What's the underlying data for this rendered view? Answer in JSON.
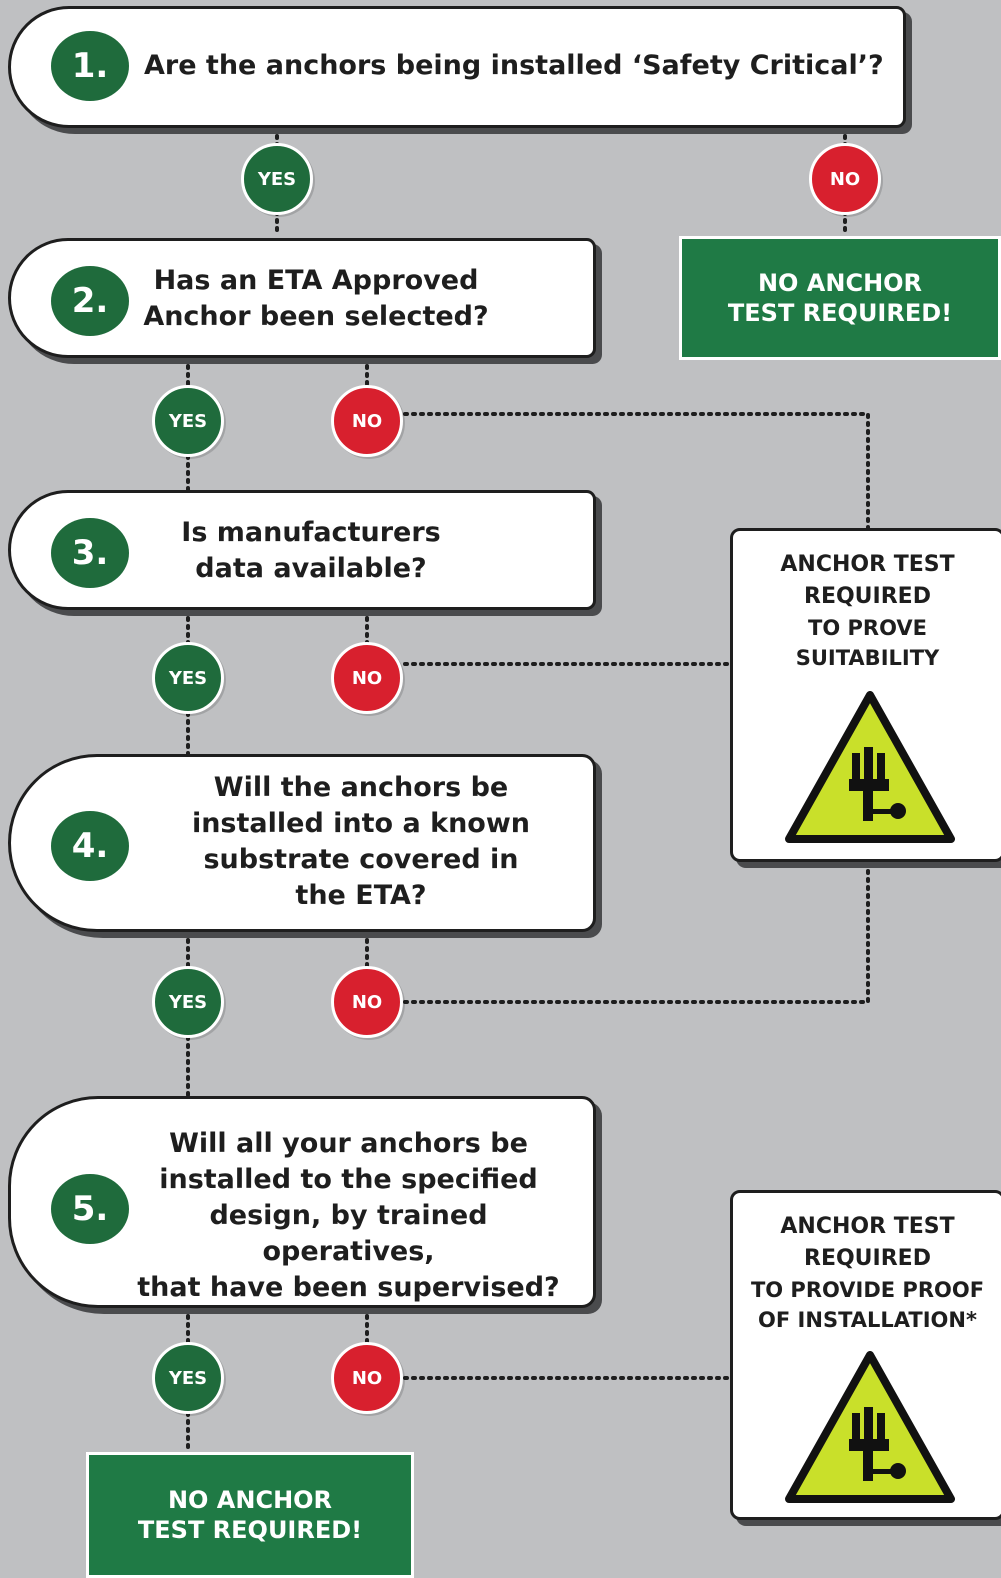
{
  "questions": [
    {
      "number": "1.",
      "text": "Are the anchors being installed ‘Safety Critical’?"
    },
    {
      "number": "2.",
      "text": "Has an ETA Approved\nAnchor been selected?"
    },
    {
      "number": "3.",
      "text": "Is manufacturers\ndata available?"
    },
    {
      "number": "4.",
      "text": "Will the anchors be\ninstalled into a known\nsubstrate covered in\nthe ETA?"
    },
    {
      "number": "5.",
      "text": "Will all your anchors be\ninstalled to the specified\ndesign, by trained operatives,\nthat have been supervised?"
    }
  ],
  "answers": {
    "yes": "YES",
    "no": "NO"
  },
  "results": {
    "no_test_top": "NO ANCHOR\nTEST REQUIRED!",
    "no_test_bottom": "NO ANCHOR\nTEST REQUIRED!",
    "test_suitability": {
      "heading": "ANCHOR TEST\nREQUIRED",
      "sub": "TO PROVE\nSUITABILITY"
    },
    "test_installation": {
      "heading": "ANCHOR TEST\nREQUIRED",
      "sub": "TO PROVIDE PROOF\nOF INSTALLATION*"
    }
  },
  "icons": {
    "warning": "anchor-test-warning-icon"
  },
  "colors": {
    "background": "#bfc0c2",
    "yes_green": "#1f6b3c",
    "no_red": "#d8202e",
    "result_green": "#1f7a45",
    "warning_yellow": "#c9e02a"
  }
}
